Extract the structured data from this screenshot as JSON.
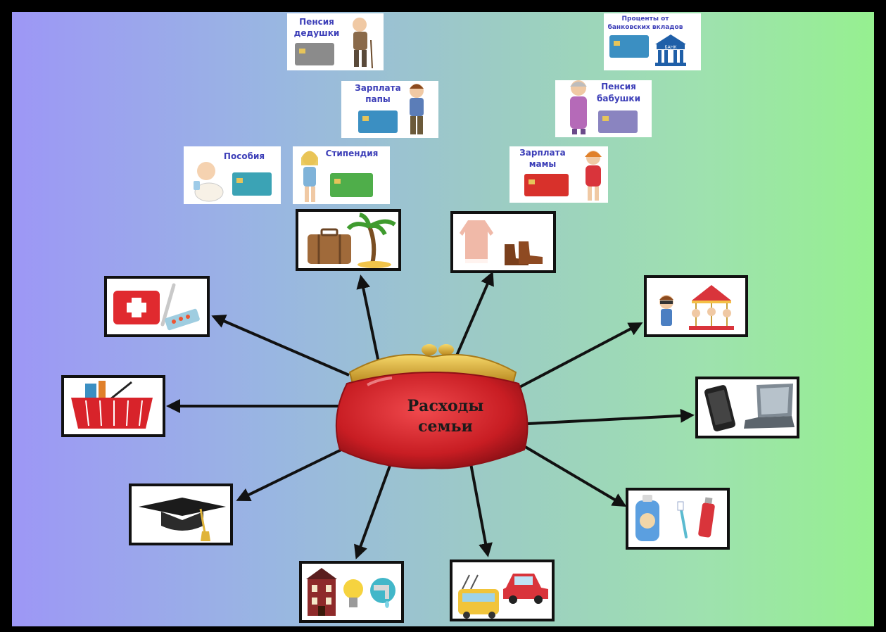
{
  "center": {
    "line1": "Расходы",
    "line2": "семьи"
  },
  "income_cards": {
    "grandpa_pension": {
      "line1": "Пенсия",
      "line2": "дедушки"
    },
    "bank_interest": {
      "line1": "Проценты от",
      "line2": "банковских вкладов",
      "bank_sign": "БАНК"
    },
    "dad_salary": {
      "line1": "Зарплата",
      "line2": "папы"
    },
    "grandma_pension": {
      "line1": "Пенсия",
      "line2": "бабушки"
    },
    "allowance": {
      "line1": "Пособия"
    },
    "scholarship": {
      "line1": "Стипендия"
    },
    "mom_salary": {
      "line1": "Зарплата",
      "line2": "мамы"
    }
  },
  "expense_boxes": [
    "travel-icon",
    "clothing-icon",
    "medicine-icon",
    "entertainment-icon",
    "groceries-icon",
    "gadgets-icon",
    "education-icon",
    "hygiene-icon",
    "housing-utilities-icon",
    "transport-icon"
  ],
  "colors": {
    "purse": "#d8232a",
    "arrow": "#111111",
    "card_title": "#3d3fb8"
  }
}
